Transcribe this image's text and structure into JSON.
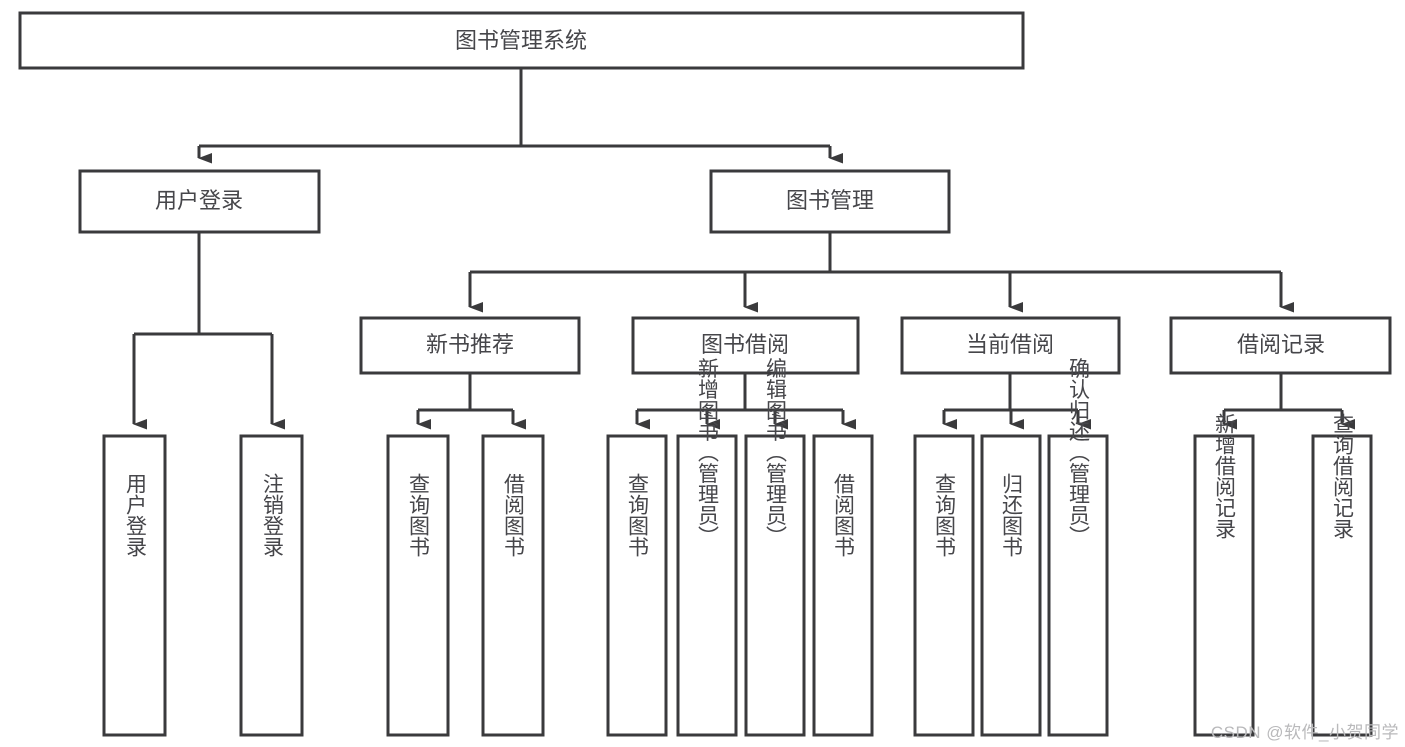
{
  "diagram": {
    "title": "图书管理系统",
    "type": "tree-hierarchy-diagram",
    "colors": {
      "background": "#ffffff",
      "box_stroke": "#3a3a3c",
      "box_fill": "#ffffff",
      "text": "#46464a",
      "watermark": "#b9b9bb"
    },
    "root": {
      "label": "图书管理系统"
    },
    "level2": [
      {
        "label": "用户登录"
      },
      {
        "label": "图书管理"
      }
    ],
    "level3": [
      {
        "label": "新书推荐"
      },
      {
        "label": "图书借阅"
      },
      {
        "label": "当前借阅"
      },
      {
        "label": "借阅记录"
      }
    ],
    "leaves": {
      "user_login": [
        {
          "label": "用户登录"
        },
        {
          "label": "注销登录"
        }
      ],
      "new_book_recommend": [
        {
          "label": "查询图书"
        },
        {
          "label": "借阅图书"
        }
      ],
      "book_borrow": [
        {
          "label": "查询图书"
        },
        {
          "label": "新增图书（管理员）"
        },
        {
          "label": "编辑图书（管理员）"
        },
        {
          "label": "借阅图书"
        }
      ],
      "current_borrow": [
        {
          "label": "查询图书"
        },
        {
          "label": "归还图书"
        },
        {
          "label": "确认归还（管理员）"
        }
      ],
      "borrow_record": [
        {
          "label": "新增借阅记录"
        },
        {
          "label": "查询借阅记录"
        }
      ]
    }
  },
  "watermark": {
    "text": "CSDN @软件_小贺同学"
  }
}
